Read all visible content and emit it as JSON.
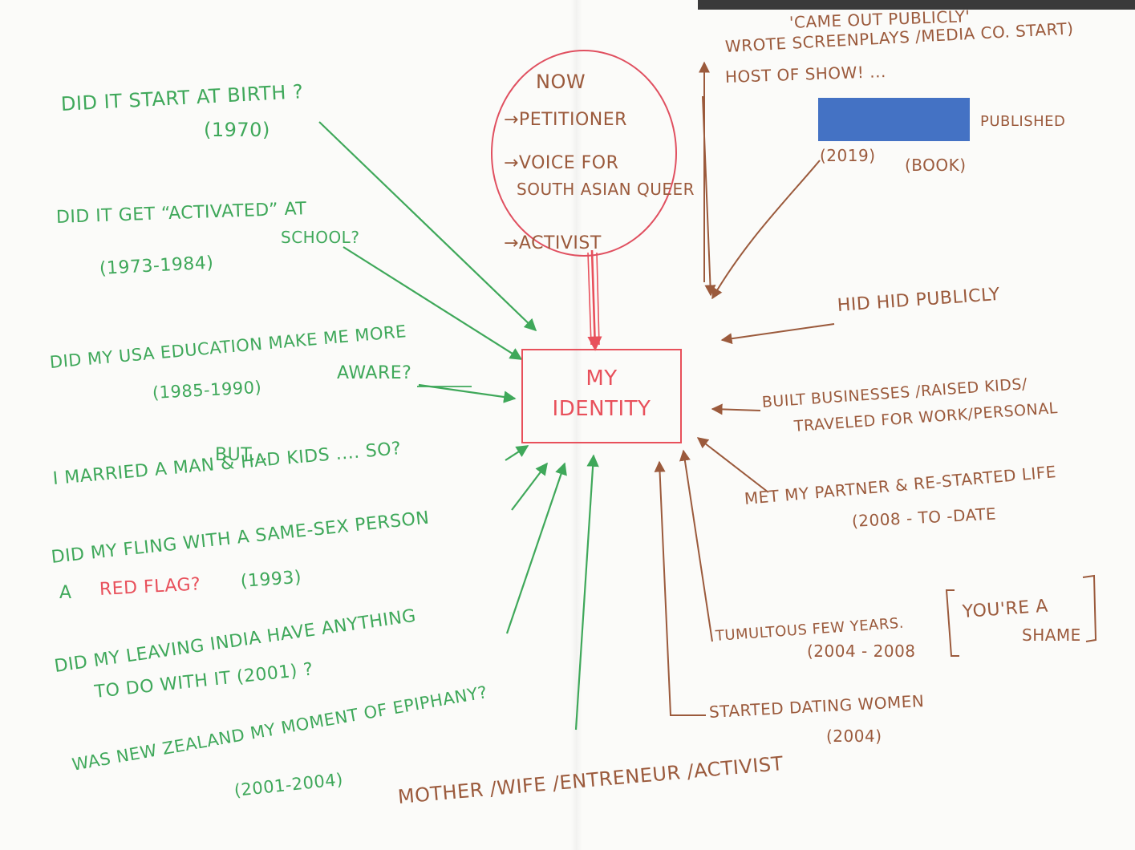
{
  "center": {
    "line1": "MY",
    "line2": "IDENTITY"
  },
  "now_bubble": {
    "title": "NOW",
    "items": [
      "→PETITIONER",
      "→VOICE FOR",
      "SOUTH ASIAN QUEER",
      "→ACTIVIST"
    ]
  },
  "left_questions": [
    {
      "line1": "DID IT START AT BIRTH ?",
      "line2": "(1970)"
    },
    {
      "line1": "DID IT GET “ACTIVATED” AT",
      "line2": "SCHOOL?",
      "line3": "(1973-1984)"
    },
    {
      "line1": "DID MY USA EDUCATION MAKE ME MORE",
      "line2": "AWARE?",
      "line3": "(1985-1990)"
    },
    {
      "line1": "BUT...",
      "line2": "I MARRIED A MAN & HAD KIDS .... SO?"
    },
    {
      "line1": "DID MY FLING WITH A SAME-SEX PERSON",
      "line2a": "A",
      "line2b": "RED FLAG?",
      "line2c": "(1993)"
    },
    {
      "line1": "DID MY LEAVING INDIA HAVE ANYTHING",
      "line2": "TO DO WITH IT (2001) ?"
    },
    {
      "line1": "WAS NEW ZEALAND MY MOMENT OF EPIPHANY?",
      "line2": "(2001-2004)"
    }
  ],
  "bottom_label": "MOTHER /WIFE /ENTRENEUR /ACTIVIST",
  "right_events": {
    "came_out": {
      "line1": "'CAME OUT PUBLICLY'",
      "line2": "WROTE SCREENPLAYS /MEDIA CO. START)",
      "line3": "HOST OF SHOW! ..."
    },
    "published": {
      "word": "PUBLISHED",
      "year": "(2019)",
      "kind": "(BOOK)"
    },
    "hid": "HID HID PUBLICLY",
    "built": {
      "line1": "BUILT BUSINESSES /RAISED KIDS/",
      "line2": "TRAVELED FOR WORK/PERSONAL"
    },
    "partner": {
      "line1": "MET MY PARTNER & RE-STARTED LIFE",
      "line2": "(2008 - TO -DATE"
    },
    "tumultuous": {
      "line1": "TUMULTOUS FEW YEARS.",
      "line2": "(2004 - 2008",
      "quote1": "YOU'RE A",
      "quote2": "SHAME"
    },
    "dating": {
      "line1": "STARTED DATING WOMEN",
      "line2": "(2004)"
    }
  },
  "colors": {
    "green": "#3fa85a",
    "brown": "#9b5a3c",
    "red": "#e8505b",
    "redaction": "#4472c4"
  }
}
